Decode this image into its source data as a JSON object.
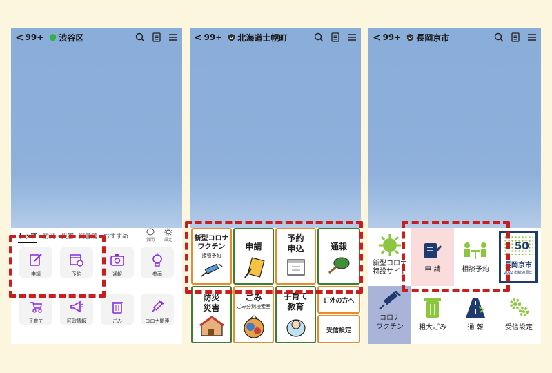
{
  "colors": {
    "accent_red": "#c81e1e",
    "header_blue": "#8aadda",
    "purple": "#8a2be2",
    "green": "#3f7f2b",
    "orange": "#e98b2a"
  },
  "phone1": {
    "header": {
      "back": "<",
      "count": "99+",
      "title": "渋谷区"
    },
    "tabs": [
      "トップ",
      "防災・災害",
      "図書館",
      "おすすめ"
    ],
    "tab_icons": [
      "質問",
      "設定"
    ],
    "menu": [
      {
        "label": "申請",
        "icon": "pencil-note-icon"
      },
      {
        "label": "予約",
        "icon": "calendar-clock-icon"
      },
      {
        "label": "通報",
        "icon": "camera-icon"
      },
      {
        "label": "参画",
        "icon": "lightbulb-icon"
      },
      {
        "label": "子育て",
        "icon": "stroller-icon"
      },
      {
        "label": "区政情報",
        "icon": "megaphone-icon"
      },
      {
        "label": "ごみ",
        "icon": "trash-icon"
      },
      {
        "label": "コロナ関連",
        "icon": "syringe-icon"
      }
    ]
  },
  "phone2": {
    "header": {
      "back": "<",
      "count": "99+",
      "title": "北海道士幌町"
    },
    "menu": {
      "corona_line1": "新型コロナ",
      "corona_line2": "ワクチン",
      "corona_sub": "接種予約",
      "apply": "申請",
      "reserve_line1": "予約",
      "reserve_line2": "申込",
      "report": "通報",
      "disaster_line1": "防災",
      "disaster_line2": "災害",
      "garbage": "ごみ",
      "garbage_sub": "ごみ分別検索室",
      "child_line1": "子育て",
      "child_line2": "教育",
      "outside": "町外の方へ",
      "settings": "受信設定"
    }
  },
  "phone3": {
    "header": {
      "back": "<",
      "count": "99+",
      "title": "長岡京市"
    },
    "menu": {
      "corona_site_line1": "新型コロナ",
      "corona_site_line2": "特設サイト",
      "apply": "申 請",
      "consult": "相談予約",
      "logo_number": "50",
      "logo_city": "長岡京市",
      "logo_caption": "2022 市制50周年",
      "vaccine_line1": "コロナ",
      "vaccine_line2": "ワクチン",
      "bulky": "粗大ごみ",
      "report": "通 報",
      "settings": "受信設定"
    }
  }
}
